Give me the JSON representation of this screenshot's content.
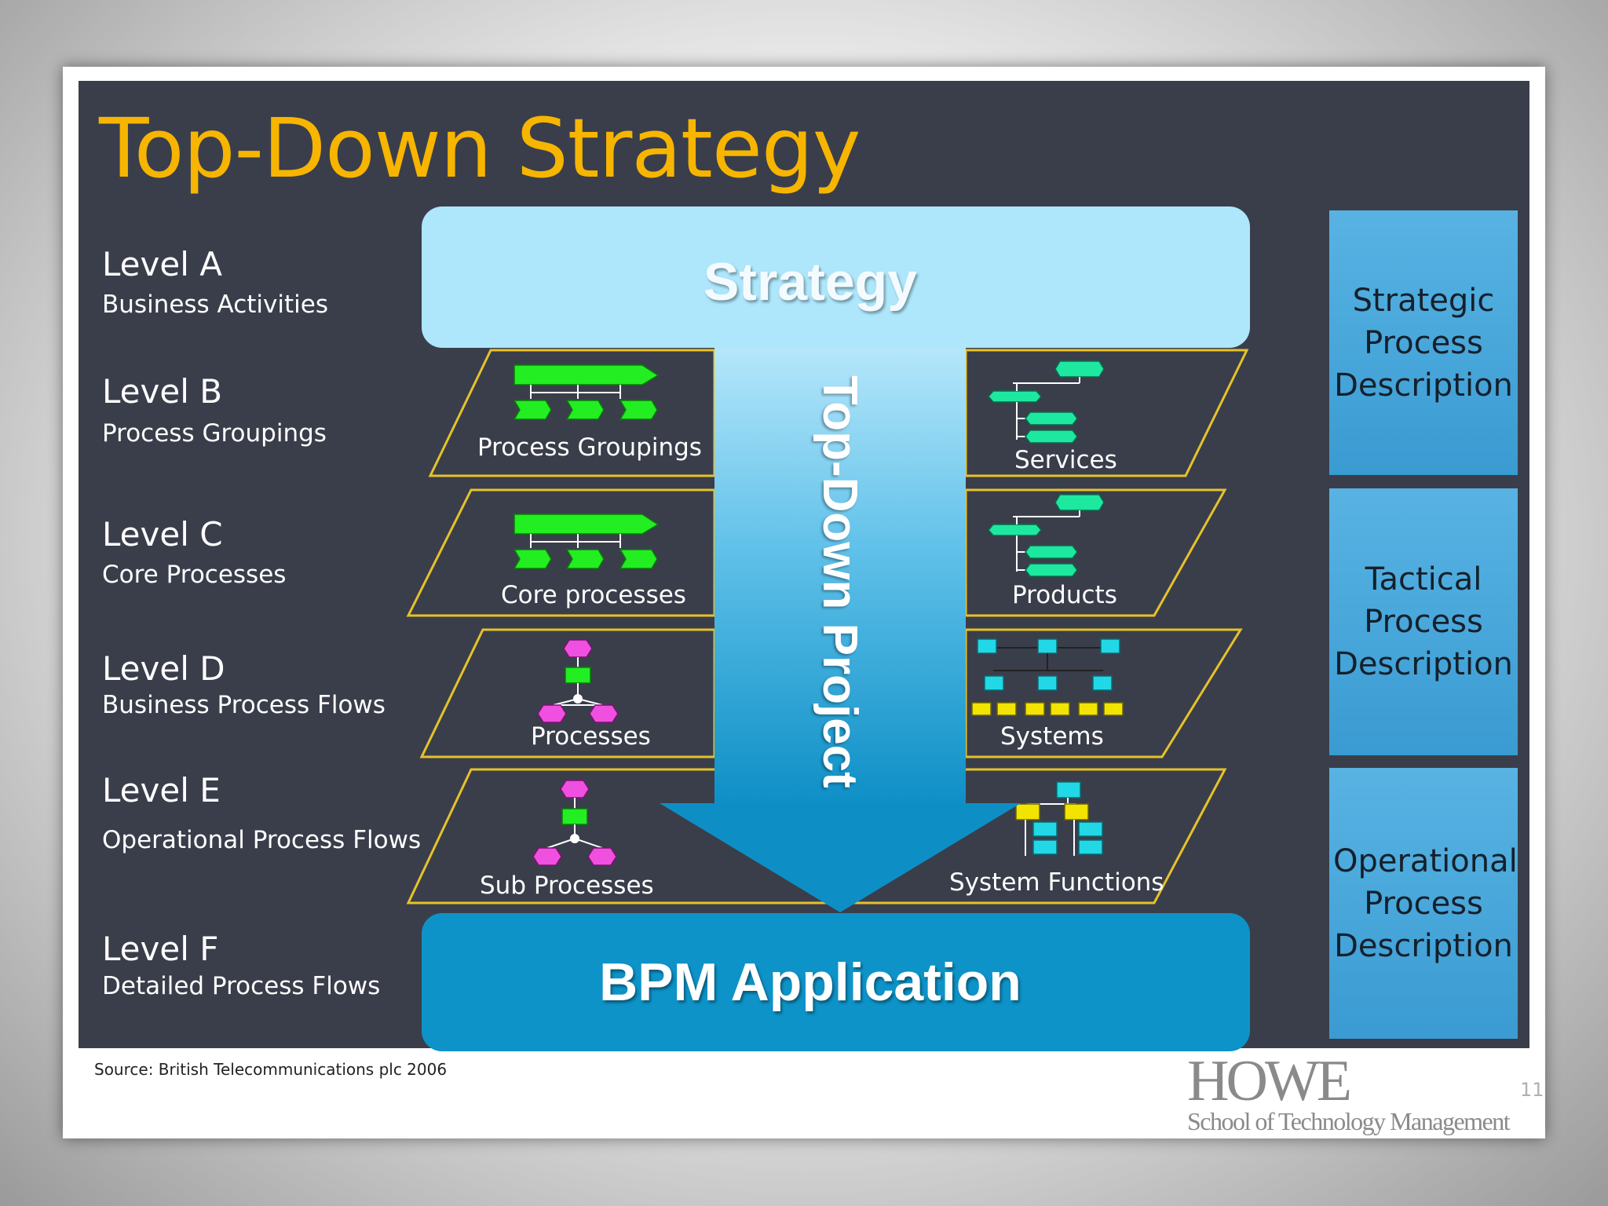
{
  "title": "Top-Down Strategy",
  "levels": [
    {
      "name": "Level A",
      "desc": "Business Activities"
    },
    {
      "name": "Level B",
      "desc": "Process Groupings"
    },
    {
      "name": "Level C",
      "desc": "Core Processes"
    },
    {
      "name": "Level D",
      "desc": "Business Process Flows"
    },
    {
      "name": "Level E",
      "desc": "Operational Process Flows"
    },
    {
      "name": "Level F",
      "desc": "Detailed Process Flows"
    }
  ],
  "strategy_label": "Strategy",
  "project_label": "Top-Down Project",
  "application_label": "BPM Application",
  "layers_left": [
    "Process Groupings",
    "Core processes",
    "Processes",
    "Sub Processes"
  ],
  "layers_right": [
    "Services",
    "Products",
    "Systems",
    "System Functions"
  ],
  "descriptions": [
    "Strategic Process Description",
    "Tactical Process Description",
    "Operational Process Description"
  ],
  "source": "Source: British Telecommunications plc 2006",
  "logo": {
    "main": "HOWE",
    "sub": "School of Technology Management"
  },
  "page_number": "11",
  "colors": {
    "title": "#f7b500",
    "panel": "#3a3e4b",
    "layer_outline": "#e6c22a",
    "strategy_bar": "#aee6fb",
    "application_bar": "#0d93c8",
    "description_box": "#4aa8dc",
    "process_shape": "#22ee22",
    "subprocess_shape": "#f050e0",
    "service_shape": "#1ee8a0",
    "system_box": "#22d8e6",
    "system_leaf": "#f2e400"
  }
}
